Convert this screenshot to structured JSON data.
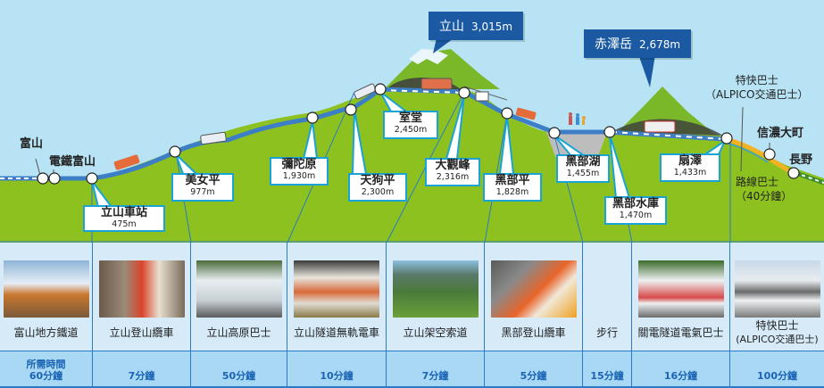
{
  "peaks": [
    {
      "name": "立山",
      "elevation": "3,015m"
    },
    {
      "name": "赤澤岳",
      "elevation": "2,678m"
    }
  ],
  "cities": {
    "toyama": "富山",
    "dentetsu_toyama": "電鐵富山",
    "shinano_omachi": "信濃大町",
    "nagano": "長野"
  },
  "stations": [
    {
      "name": "立山車站",
      "elevation": "475m"
    },
    {
      "name": "美女平",
      "elevation": "977m"
    },
    {
      "name": "彌陀原",
      "elevation": "1,930m"
    },
    {
      "name": "天狗平",
      "elevation": "2,300m"
    },
    {
      "name": "室堂",
      "elevation": "2,450m"
    },
    {
      "name": "大觀峰",
      "elevation": "2,316m"
    },
    {
      "name": "黑部平",
      "elevation": "1,828m"
    },
    {
      "name": "黑部湖",
      "elevation": "1,455m"
    },
    {
      "name": "黑部水庫",
      "elevation": "1,470m"
    },
    {
      "name": "扇澤",
      "elevation": "1,433m"
    }
  ],
  "notes": {
    "express_bus_line1": "特快巴士",
    "express_bus_line2": "（ALPICO交通巴士）",
    "route_bus_line1": "路線巴士",
    "route_bus_line2": "（40分鐘）"
  },
  "table": {
    "time_header": "所需時間",
    "columns": [
      {
        "mode": "富山地方鐵道",
        "time": "60分鐘",
        "photo": "train-photo"
      },
      {
        "mode": "立山登山纜車",
        "time": "7分鐘",
        "photo": "cable-car-photo"
      },
      {
        "mode": "立山高原巴士",
        "time": "50分鐘",
        "photo": "bus-photo"
      },
      {
        "mode": "立山隧道無軌電車",
        "time": "10分鐘",
        "photo": "trolley-bus-photo"
      },
      {
        "mode": "立山架空索道",
        "time": "7分鐘",
        "photo": "ropeway-photo"
      },
      {
        "mode": "黑部登山纜車",
        "time": "5分鐘",
        "photo": "cable-car-photo"
      },
      {
        "mode": "步行",
        "time": "15分鐘",
        "photo": ""
      },
      {
        "mode": "關電隧道電氣巴士",
        "time": "16分鐘",
        "photo": "electric-bus-photo"
      },
      {
        "mode": "特快巴士",
        "mode2": "(ALPICO交通巴士)",
        "time": "100分鐘",
        "photo": "express-bus-photo"
      }
    ]
  },
  "colors": {
    "sky": "#b7e3f4",
    "ground": "#8cc11f",
    "route": "#3d7fc6",
    "peak_label": "#1b5aa3",
    "callout_border": "#1aa3d6",
    "table_upper": "#d6eaf8",
    "table_lower": "#a8d8f3",
    "time_text": "#1a63b5",
    "bus_route": "#f4b223"
  }
}
